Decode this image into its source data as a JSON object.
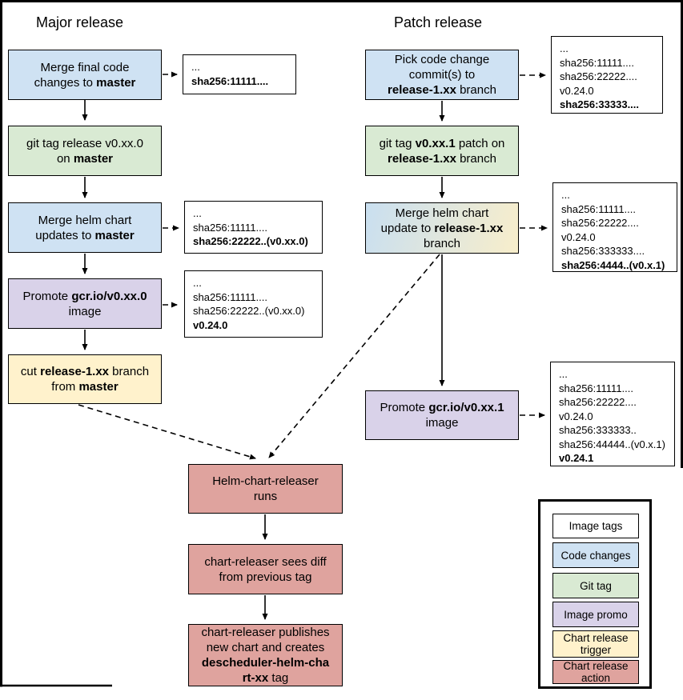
{
  "titles": {
    "major": "Major release",
    "patch": "Patch release"
  },
  "colors": {
    "code_changes": "#cfe2f3",
    "git_tag": "#d9ead3",
    "image_promo": "#d9d2e9",
    "chart_trigger": "#fff2cc",
    "chart_action": "#dfa39e",
    "chart_trigger_gradient": "linear-gradient(105deg, #c9dff0 0%, #f8eecb 100%)",
    "image_tags": "#ffffff",
    "line": "#000000"
  },
  "nodes": {
    "major_merge_code": {
      "segments": [
        {
          "t": "Merge final code\nchanges to "
        },
        {
          "t": "master",
          "b": true
        }
      ]
    },
    "major_git_tag": {
      "segments": [
        {
          "t": "git tag release v0.xx.0\non "
        },
        {
          "t": "master",
          "b": true
        }
      ]
    },
    "major_merge_helm": {
      "segments": [
        {
          "t": "Merge helm chart\nupdates to "
        },
        {
          "t": "master",
          "b": true
        }
      ]
    },
    "major_promote": {
      "segments": [
        {
          "t": "Promote "
        },
        {
          "t": "gcr.io/v0.xx.0",
          "b": true
        },
        {
          "t": "\nimage"
        }
      ]
    },
    "major_cut_branch": {
      "segments": [
        {
          "t": "cut "
        },
        {
          "t": "release-1.xx",
          "b": true
        },
        {
          "t": " branch\nfrom "
        },
        {
          "t": "master",
          "b": true
        }
      ]
    },
    "patch_pick_commits": {
      "segments": [
        {
          "t": "Pick code change\ncommit(s) to\n"
        },
        {
          "t": "release-1.xx",
          "b": true
        },
        {
          "t": " branch"
        }
      ]
    },
    "patch_git_tag": {
      "segments": [
        {
          "t": "git tag "
        },
        {
          "t": "v0.xx.1",
          "b": true
        },
        {
          "t": " patch on\n"
        },
        {
          "t": "release-1.xx",
          "b": true
        },
        {
          "t": " branch"
        }
      ]
    },
    "patch_merge_helm": {
      "segments": [
        {
          "t": "Merge helm chart\nupdate to "
        },
        {
          "t": "release-1.xx",
          "b": true
        },
        {
          "t": "\nbranch"
        }
      ]
    },
    "patch_promote": {
      "segments": [
        {
          "t": "Promote "
        },
        {
          "t": "gcr.io/v0.xx.1",
          "b": true
        },
        {
          "t": "\nimage"
        }
      ]
    },
    "releaser_runs": {
      "segments": [
        {
          "t": "Helm-chart-releaser\nruns"
        }
      ]
    },
    "releaser_diff": {
      "segments": [
        {
          "t": "chart-releaser sees diff\nfrom previous tag"
        }
      ]
    },
    "releaser_publish": {
      "segments": [
        {
          "t": "chart-releaser publishes\nnew chart and creates\n"
        },
        {
          "t": "descheduler-helm-cha\nrt-xx",
          "b": true
        },
        {
          "t": " tag"
        }
      ]
    }
  },
  "annotations": {
    "major_code_tags": {
      "lines": [
        {
          "t": "..."
        },
        {
          "t": "sha256:11111....",
          "b": true
        }
      ]
    },
    "major_helm_tags": {
      "lines": [
        {
          "t": "..."
        },
        {
          "t": "sha256:11111...."
        },
        {
          "t": "sha256:22222..(v0.xx.0)",
          "b": true
        }
      ]
    },
    "major_promo_tags": {
      "lines": [
        {
          "t": "..."
        },
        {
          "t": "sha256:11111...."
        },
        {
          "t": "sha256:22222..(v0.xx.0)"
        },
        {
          "t": "v0.24.0",
          "b": true
        }
      ]
    },
    "patch_code_tags": {
      "lines": [
        {
          "t": "..."
        },
        {
          "t": "sha256:11111...."
        },
        {
          "t": "sha256:22222...."
        },
        {
          "t": "v0.24.0"
        },
        {
          "t": "sha256:33333....",
          "b": true
        }
      ]
    },
    "patch_helm_tags": {
      "lines": [
        {
          "t": "..."
        },
        {
          "t": "sha256:11111...."
        },
        {
          "t": "sha256:22222...."
        },
        {
          "t": "v0.24.0"
        },
        {
          "t": "sha256:333333...."
        },
        {
          "t": "sha256:4444..(v0.x.1)",
          "b": true
        }
      ]
    },
    "patch_promo_tags": {
      "lines": [
        {
          "t": "..."
        },
        {
          "t": "sha256:11111...."
        },
        {
          "t": "sha256:22222...."
        },
        {
          "t": "v0.24.0"
        },
        {
          "t": "sha256:333333.."
        },
        {
          "t": "sha256:44444..(v0.x.1)"
        },
        {
          "t": "v0.24.1",
          "b": true
        }
      ]
    }
  },
  "legend": {
    "items": [
      {
        "label": "Image tags",
        "color": "#ffffff"
      },
      {
        "label": "Code changes",
        "color": "#cfe2f3"
      },
      {
        "label": "Git tag",
        "color": "#d9ead3"
      },
      {
        "label": "Image promo",
        "color": "#d9d2e9"
      },
      {
        "label": "Chart release\ntrigger",
        "color": "#fff2cc"
      },
      {
        "label": "Chart release\naction",
        "color": "#dfa39e"
      }
    ]
  }
}
